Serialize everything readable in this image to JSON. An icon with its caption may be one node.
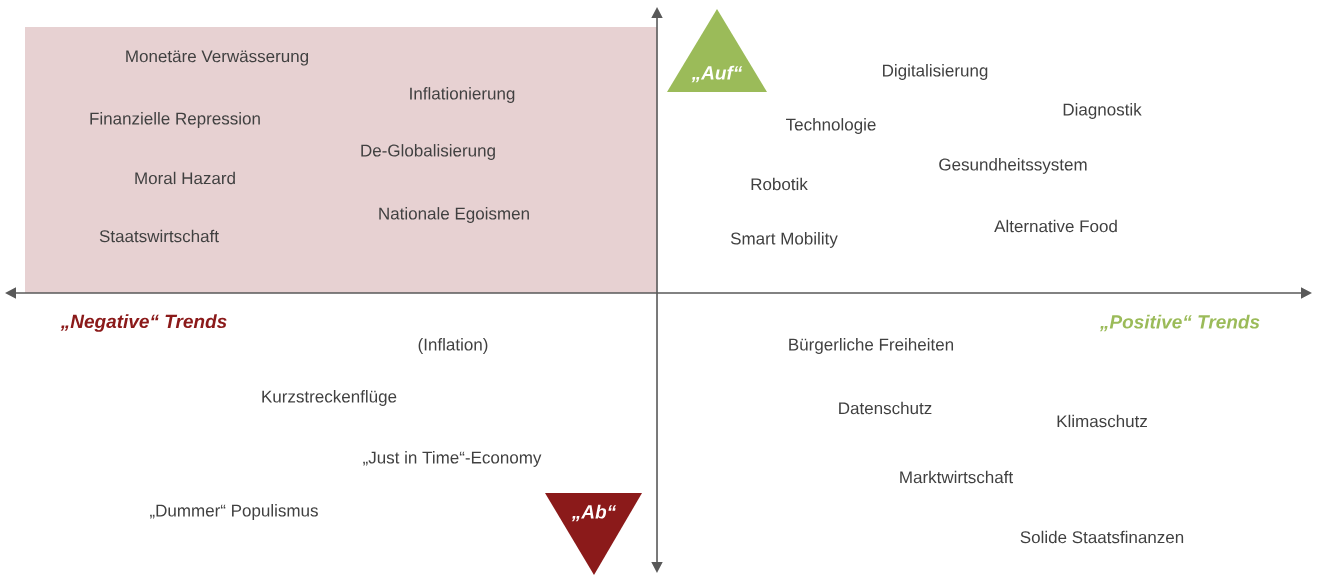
{
  "diagram": {
    "nodes": [
      {
        "text": [
          "„Auf“"
        ]
      },
      {
        "text": [
          "„Ab“"
        ]
      }
    ],
    "labels": [
      "Monetäre Verwässerung",
      "Inflationierung",
      "Finanzielle Repression",
      "De-Globalisierung",
      "Moral Hazard",
      "Nationale Egoismen",
      "Staatswirtschaft",
      "Digitalisierung",
      "Diagnostik",
      "Technologie",
      "Gesundheitssystem",
      "Robotik",
      "Alternative Food",
      "Smart Mobility",
      "„Negative“ Trends",
      "„Positive“ Trends",
      "(Inflation)",
      "Bürgerliche Freiheiten",
      "Kurzstreckenflüge",
      "Datenschutz",
      "Klimaschutz",
      "„Just in Time“-Economy",
      "Marktwirtschaft",
      "„Dummer“ Populismus",
      "Solide Staatsfinanzen"
    ]
  }
}
